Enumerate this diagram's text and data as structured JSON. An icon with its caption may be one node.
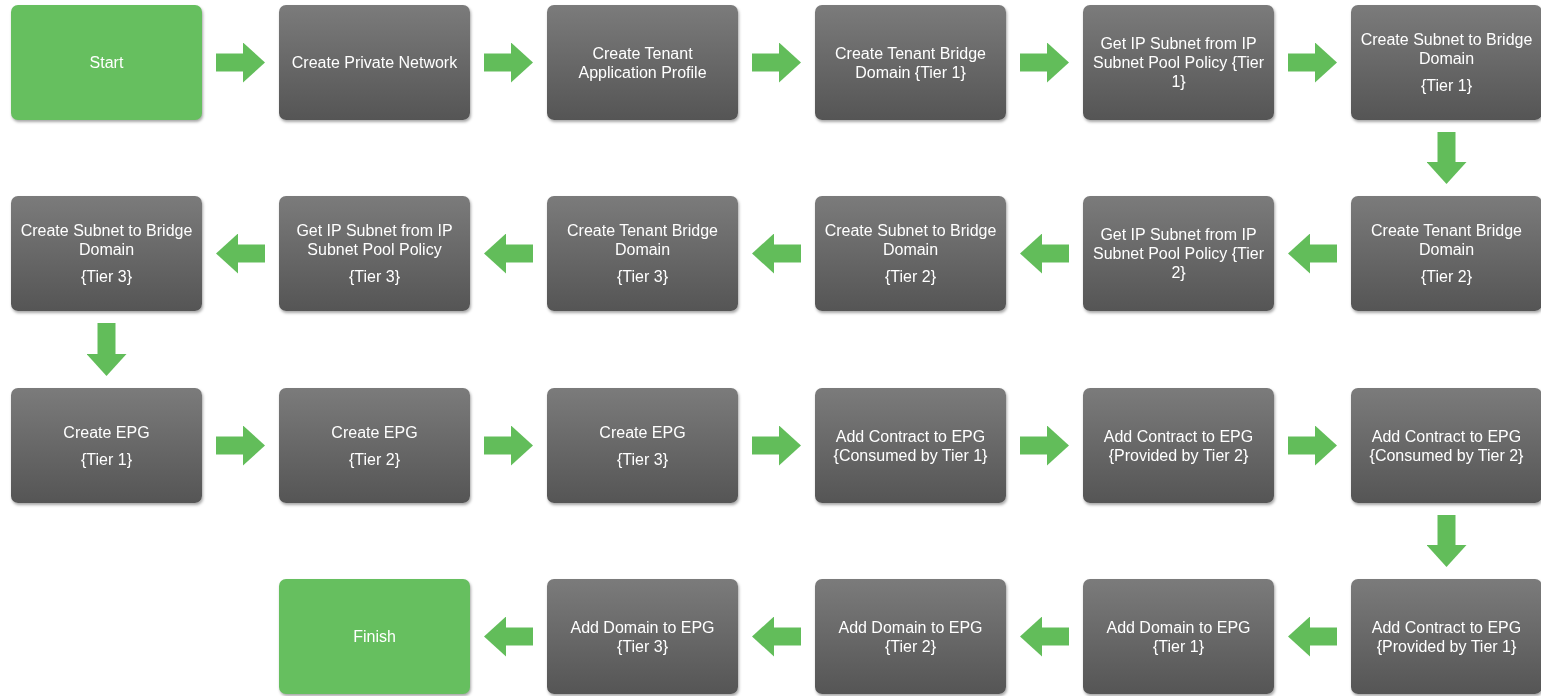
{
  "diagram": {
    "nodes": [
      {
        "text": [
          "Start"
        ]
      },
      {
        "text": [
          "Create Private Network"
        ]
      },
      {
        "text": [
          "Create Tenant Application Profile"
        ]
      },
      {
        "text": [
          "Create Tenant Bridge Domain {Tier 1}"
        ]
      },
      {
        "text": [
          "Get IP Subnet from IP Subnet Pool Policy {Tier 1}"
        ]
      },
      {
        "text": [
          "Create Subnet to Bridge Domain",
          "{Tier 1}"
        ]
      },
      {
        "text": [
          "Create Tenant Bridge Domain",
          "{Tier 2}"
        ]
      },
      {
        "text": [
          "Get IP Subnet from IP Subnet Pool Policy {Tier 2}"
        ]
      },
      {
        "text": [
          "Create Subnet to Bridge Domain",
          "{Tier 2}"
        ]
      },
      {
        "text": [
          "Create Tenant Bridge Domain",
          "{Tier 3}"
        ]
      },
      {
        "text": [
          "Get IP Subnet from IP Subnet Pool Policy",
          "{Tier 3}"
        ]
      },
      {
        "text": [
          "Create Subnet to Bridge Domain",
          "{Tier 3}"
        ]
      },
      {
        "text": [
          "Create EPG",
          "{Tier 1}"
        ]
      },
      {
        "text": [
          "Create EPG",
          "{Tier 2}"
        ]
      },
      {
        "text": [
          "Create EPG",
          "{Tier 3}"
        ]
      },
      {
        "text": [
          "Add Contract to EPG {Consumed by Tier 1}"
        ]
      },
      {
        "text": [
          "Add Contract to EPG {Provided by Tier 2}"
        ]
      },
      {
        "text": [
          "Add Contract to EPG {Consumed by Tier 2}"
        ]
      },
      {
        "text": [
          "Add Contract to EPG {Provided by Tier 1}"
        ]
      },
      {
        "text": [
          "Add Domain to EPG {Tier 1}"
        ]
      },
      {
        "text": [
          "Add Domain to EPG {Tier 2}"
        ]
      },
      {
        "text": [
          "Add Domain to EPG {Tier 3}"
        ]
      },
      {
        "text": [
          "Finish"
        ]
      }
    ],
    "edges": [
      {
        "from": 0,
        "to": 1,
        "arrow": "to"
      },
      {
        "from": 1,
        "to": 2,
        "arrow": "to"
      },
      {
        "from": 2,
        "to": 3,
        "arrow": "to"
      },
      {
        "from": 3,
        "to": 4,
        "arrow": "to"
      },
      {
        "from": 4,
        "to": 5,
        "arrow": "to"
      },
      {
        "from": 5,
        "to": 6,
        "arrow": "to"
      },
      {
        "from": 6,
        "to": 7,
        "arrow": "to"
      },
      {
        "from": 7,
        "to": 8,
        "arrow": "to"
      },
      {
        "from": 8,
        "to": 9,
        "arrow": "to"
      },
      {
        "from": 9,
        "to": 10,
        "arrow": "to"
      },
      {
        "from": 10,
        "to": 11,
        "arrow": "to"
      },
      {
        "from": 11,
        "to": 12,
        "arrow": "to"
      },
      {
        "from": 12,
        "to": 13,
        "arrow": "to"
      },
      {
        "from": 13,
        "to": 14,
        "arrow": "to"
      },
      {
        "from": 14,
        "to": 15,
        "arrow": "to"
      },
      {
        "from": 15,
        "to": 16,
        "arrow": "to"
      },
      {
        "from": 16,
        "to": 17,
        "arrow": "to"
      },
      {
        "from": 17,
        "to": 18,
        "arrow": "to"
      },
      {
        "from": 18,
        "to": 19,
        "arrow": "to"
      },
      {
        "from": 19,
        "to": 20,
        "arrow": "to"
      },
      {
        "from": 20,
        "to": 21,
        "arrow": "to"
      },
      {
        "from": 21,
        "to": 22,
        "arrow": "to"
      }
    ]
  }
}
